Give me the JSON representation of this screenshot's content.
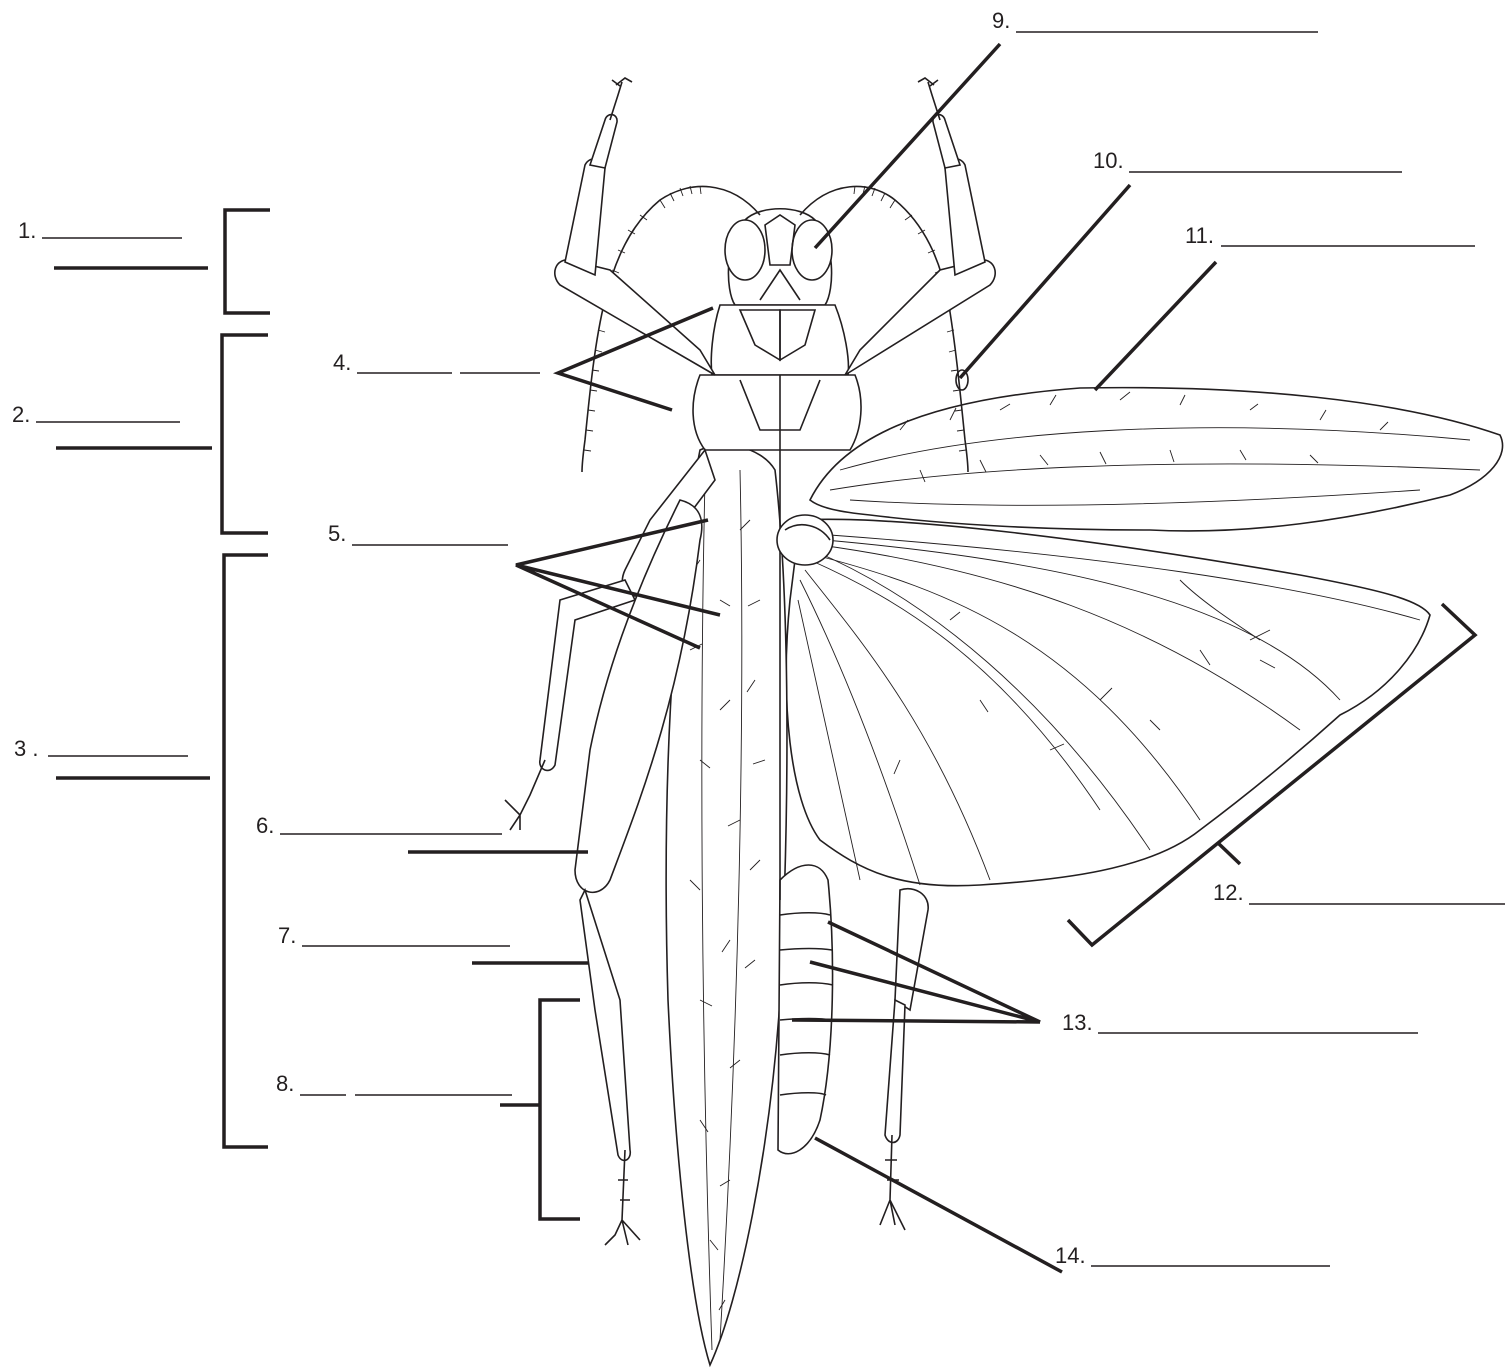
{
  "labels": [
    {
      "id": "1",
      "text": "1."
    },
    {
      "id": "2",
      "text": "2."
    },
    {
      "id": "3",
      "text": "3 ."
    },
    {
      "id": "4",
      "text": "4."
    },
    {
      "id": "5",
      "text": "5."
    },
    {
      "id": "6",
      "text": "6."
    },
    {
      "id": "7",
      "text": "7."
    },
    {
      "id": "8",
      "text": "8."
    },
    {
      "id": "9",
      "text": "9."
    },
    {
      "id": "10",
      "text": "10."
    },
    {
      "id": "11",
      "text": "11."
    },
    {
      "id": "12",
      "text": "12."
    },
    {
      "id": "13",
      "text": "13."
    },
    {
      "id": "14",
      "text": "14."
    }
  ],
  "colors": {
    "ink": "#231f20",
    "background": "#ffffff"
  }
}
